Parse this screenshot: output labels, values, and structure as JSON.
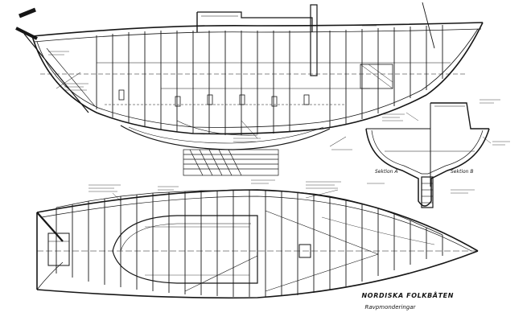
{
  "drawing": {
    "title": "NORDISKA FOLKBÅTEN",
    "subtitle": "Ravpmonderingar",
    "section_labels": [
      {
        "id": "left",
        "text": "Sektion A"
      },
      {
        "id": "right",
        "text": "Sektion B"
      }
    ],
    "colors": {
      "ink": "#161616",
      "paper": "#ffffff"
    },
    "views": [
      "profile-view",
      "midship-section-view",
      "plan-view",
      "planking-detail"
    ]
  }
}
